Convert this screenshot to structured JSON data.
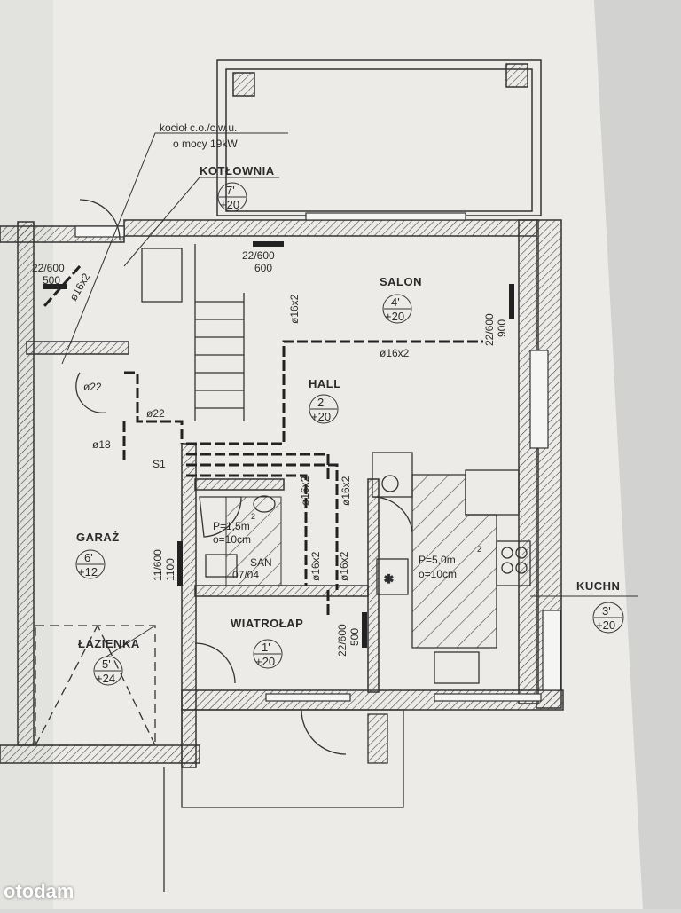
{
  "plan": {
    "boiler_note": [
      "kocioł c.o./c.w.u.",
      "o mocy 19kW"
    ],
    "rooms": [
      {
        "id": "kotlownia",
        "name": "KOTŁOWNIA",
        "num": "7'",
        "level": "+20"
      },
      {
        "id": "salon",
        "name": "SALON",
        "num": "4'",
        "level": "+20"
      },
      {
        "id": "hall",
        "name": "HALL",
        "num": "2'",
        "level": "+20"
      },
      {
        "id": "garaz",
        "name": "GARAŻ",
        "num": "6'",
        "level": "+12"
      },
      {
        "id": "lazienka",
        "name": "ŁAZIENKA",
        "num": "5'",
        "level": "+24"
      },
      {
        "id": "wiatrolap",
        "name": "WIATROŁAP",
        "num": "1'",
        "level": "+20"
      },
      {
        "id": "kuchnia",
        "name": "KUCHN",
        "num": "3'",
        "level": "+20"
      }
    ],
    "san": [
      "SAN",
      "07/04"
    ],
    "floor_areas": [
      {
        "p": "P=1,5m",
        "sup": "2",
        "o": "o=10cm"
      },
      {
        "p": "P=5,0m",
        "sup": "2",
        "o": "o=10cm"
      }
    ],
    "radiators": [
      {
        "a": "22/600",
        "b": "500"
      },
      {
        "a": "22/600",
        "b": "600"
      },
      {
        "a": "22/600",
        "b": "900"
      },
      {
        "a": "11/600",
        "b": "1100"
      },
      {
        "a": "22/600",
        "b": "500"
      }
    ],
    "pipes": [
      "ø16x2",
      "ø16x2",
      "ø16x2",
      "ø16x2",
      "ø16x2",
      "ø16x2",
      "ø16x2",
      "ø22",
      "ø22",
      "ø18"
    ],
    "s1": "S1"
  },
  "watermark": "otodam"
}
